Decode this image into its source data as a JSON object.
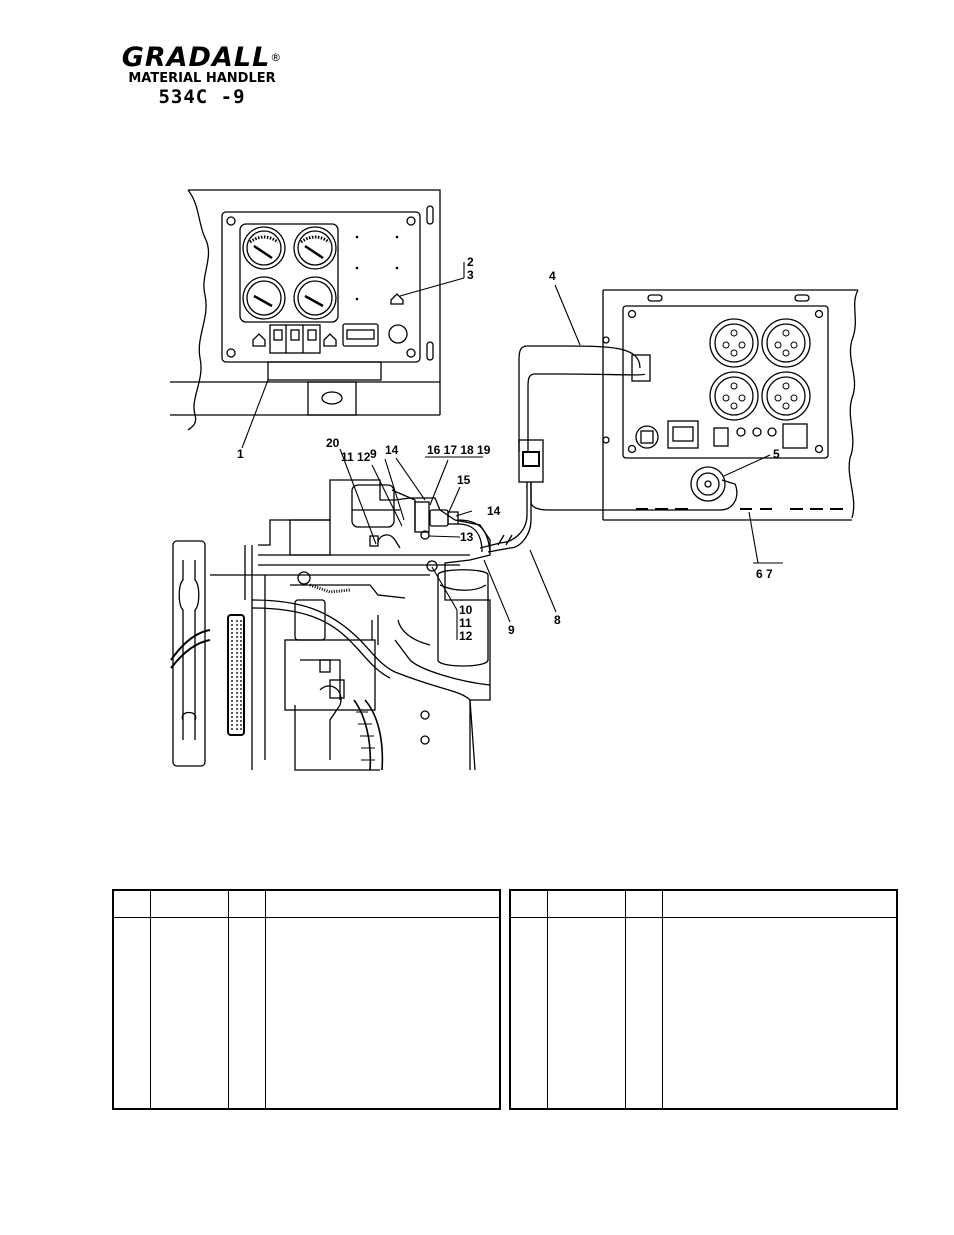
{
  "header": {
    "brand": "GRADALL",
    "registered_mark": "®",
    "subtitle": "MATERIAL HANDLER",
    "model": "534C -9"
  },
  "callouts": {
    "c1": "1",
    "c2": "2",
    "c3": "3",
    "c4": "4",
    "c5": "5",
    "c67": "6 7",
    "c8": "8",
    "c9a": "9",
    "c9b": "9",
    "c1012a": "10",
    "c1012b": "11",
    "c1012c": "12",
    "c1112": "11 12",
    "c13": "13",
    "c14a": "14",
    "c14b": "14",
    "c15": "15",
    "c16to19": "16 17 18 19",
    "c20": "20"
  },
  "parts_tables": [
    {
      "columns": [
        "",
        "",
        "",
        ""
      ],
      "rows": []
    },
    {
      "columns": [
        "",
        "",
        "",
        ""
      ],
      "rows": []
    }
  ]
}
